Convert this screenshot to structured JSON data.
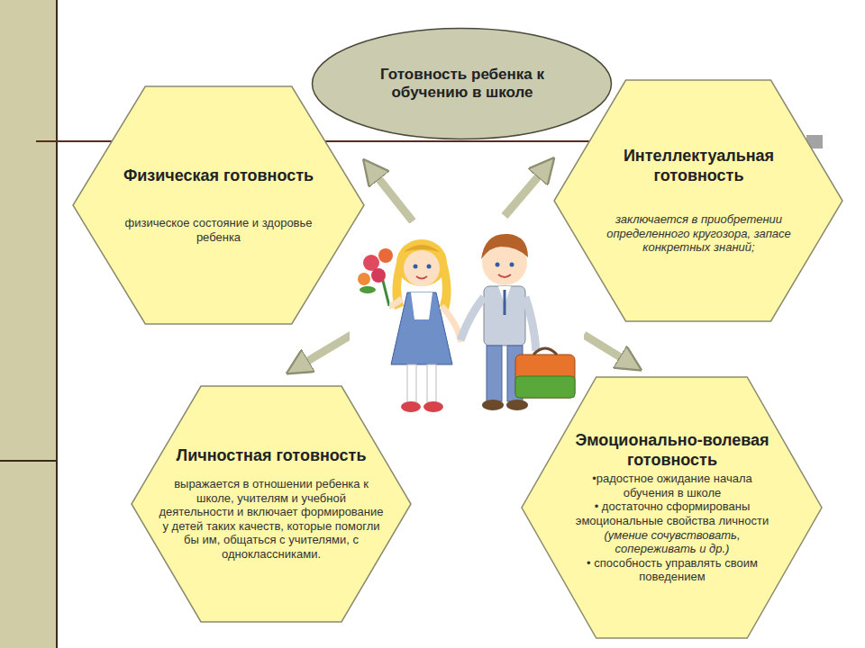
{
  "diagram": {
    "nodes": [
      {
        "text": [
          "Готовность ребенка к обучению в школе"
        ]
      },
      {
        "text": [
          "Физическая готовность",
          "физическое состояние и здоровье ребенка"
        ]
      },
      {
        "text": [
          "Интеллектуальная готовность",
          "заключается в приобретении определенного кругозора, запасе конкретных знаний;"
        ]
      },
      {
        "text": [
          "Личностная готовность",
          "выражается в отношении ребенка к школе, учителям и учебной деятельности и включает формирование у детей таких качеств, которые помогли бы им, общаться с учителями, с одноклассниками."
        ]
      },
      {
        "text": [
          "Эмоционально-волевая готовность",
          "•радостное ожидание начала обучения в школе",
          "• достаточно сформированы эмоциональные свойства личности",
          "(умение сочувствовать, сопереживать и др.)",
          "• способность управлять своим поведением"
        ]
      }
    ]
  }
}
